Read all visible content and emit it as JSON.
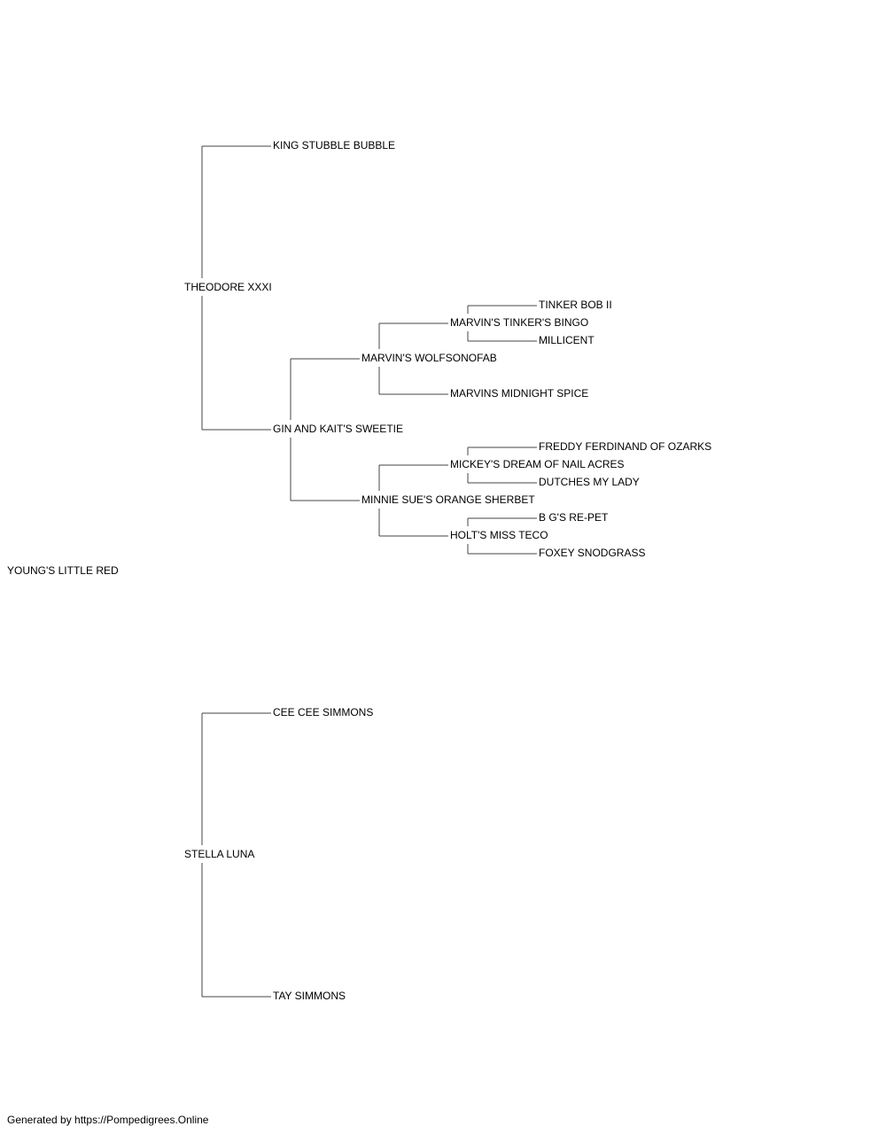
{
  "pedigree": {
    "subject": "YOUNG'S LITTLE RED",
    "sire": {
      "name": "THEODORE XXXI",
      "sire": {
        "name": "KING STUBBLE BUBBLE"
      },
      "dam": {
        "name": "GIN AND KAIT'S SWEETIE",
        "sire": {
          "name": "MARVIN'S WOLFSONOFAB",
          "sire": {
            "name": "MARVIN'S TINKER'S BINGO",
            "sire": {
              "name": "TINKER BOB II"
            },
            "dam": {
              "name": "MILLICENT"
            }
          },
          "dam": {
            "name": "MARVINS MIDNIGHT SPICE"
          }
        },
        "dam": {
          "name": "MINNIE SUE'S ORANGE SHERBET",
          "sire": {
            "name": "MICKEY'S DREAM OF NAIL ACRES",
            "sire": {
              "name": "FREDDY FERDINAND OF OZARKS"
            },
            "dam": {
              "name": "DUTCHES MY LADY"
            }
          },
          "dam": {
            "name": "HOLT'S MISS TECO",
            "sire": {
              "name": "B G'S RE-PET"
            },
            "dam": {
              "name": "FOXEY SNODGRASS"
            }
          }
        }
      }
    },
    "dam": {
      "name": "STELLA LUNA",
      "sire": {
        "name": "CEE CEE SIMMONS"
      },
      "dam": {
        "name": "TAY SIMMONS"
      }
    }
  },
  "footer": "Generated by https://Pompedigrees.Online",
  "colors": {
    "line": "#444444",
    "text": "#000000",
    "background": "#ffffff"
  }
}
